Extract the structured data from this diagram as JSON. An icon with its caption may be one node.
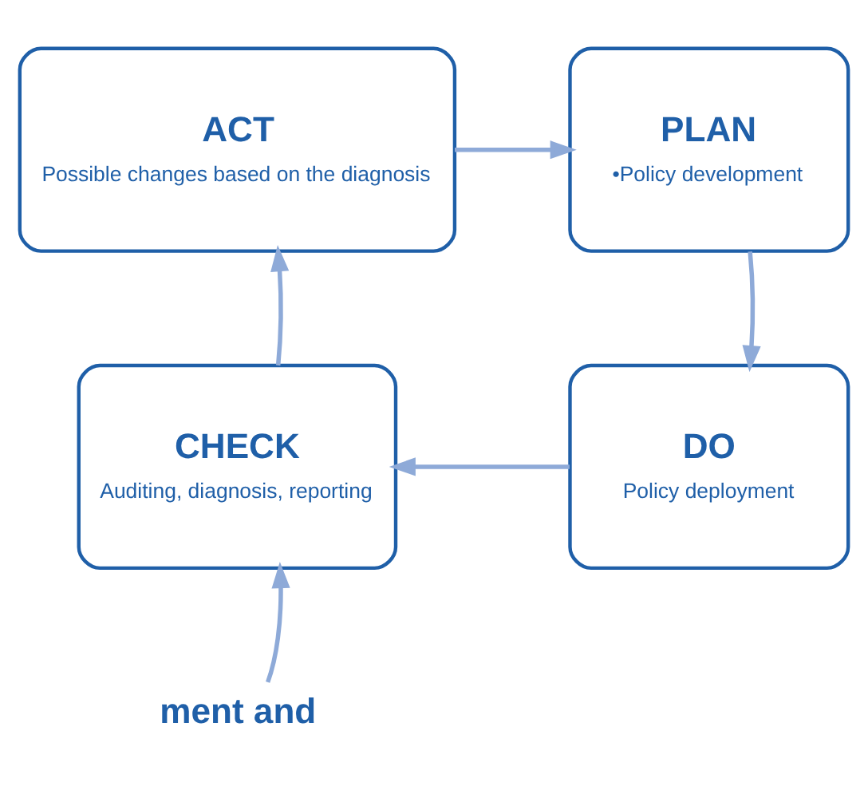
{
  "diagram": {
    "nodes": [
      {
        "text": [
          "ACT",
          "Possible changes based on the diagnosis"
        ]
      },
      {
        "text": [
          "PLAN",
          "•Policy development"
        ]
      },
      {
        "text": [
          "CHECK",
          "Auditing, diagnosis, reporting"
        ]
      },
      {
        "text": [
          "DO",
          "Policy deployment"
        ]
      },
      {
        "text": [
          "ment and"
        ]
      }
    ],
    "edges": [
      {
        "from": 0,
        "to": 1,
        "arrow": "to"
      },
      {
        "from": 1,
        "to": 3,
        "arrow": "to"
      },
      {
        "from": 3,
        "to": 2,
        "arrow": "to"
      },
      {
        "from": 2,
        "to": 0,
        "arrow": "to"
      },
      {
        "from": 4,
        "to": 2,
        "arrow": "to"
      }
    ]
  }
}
